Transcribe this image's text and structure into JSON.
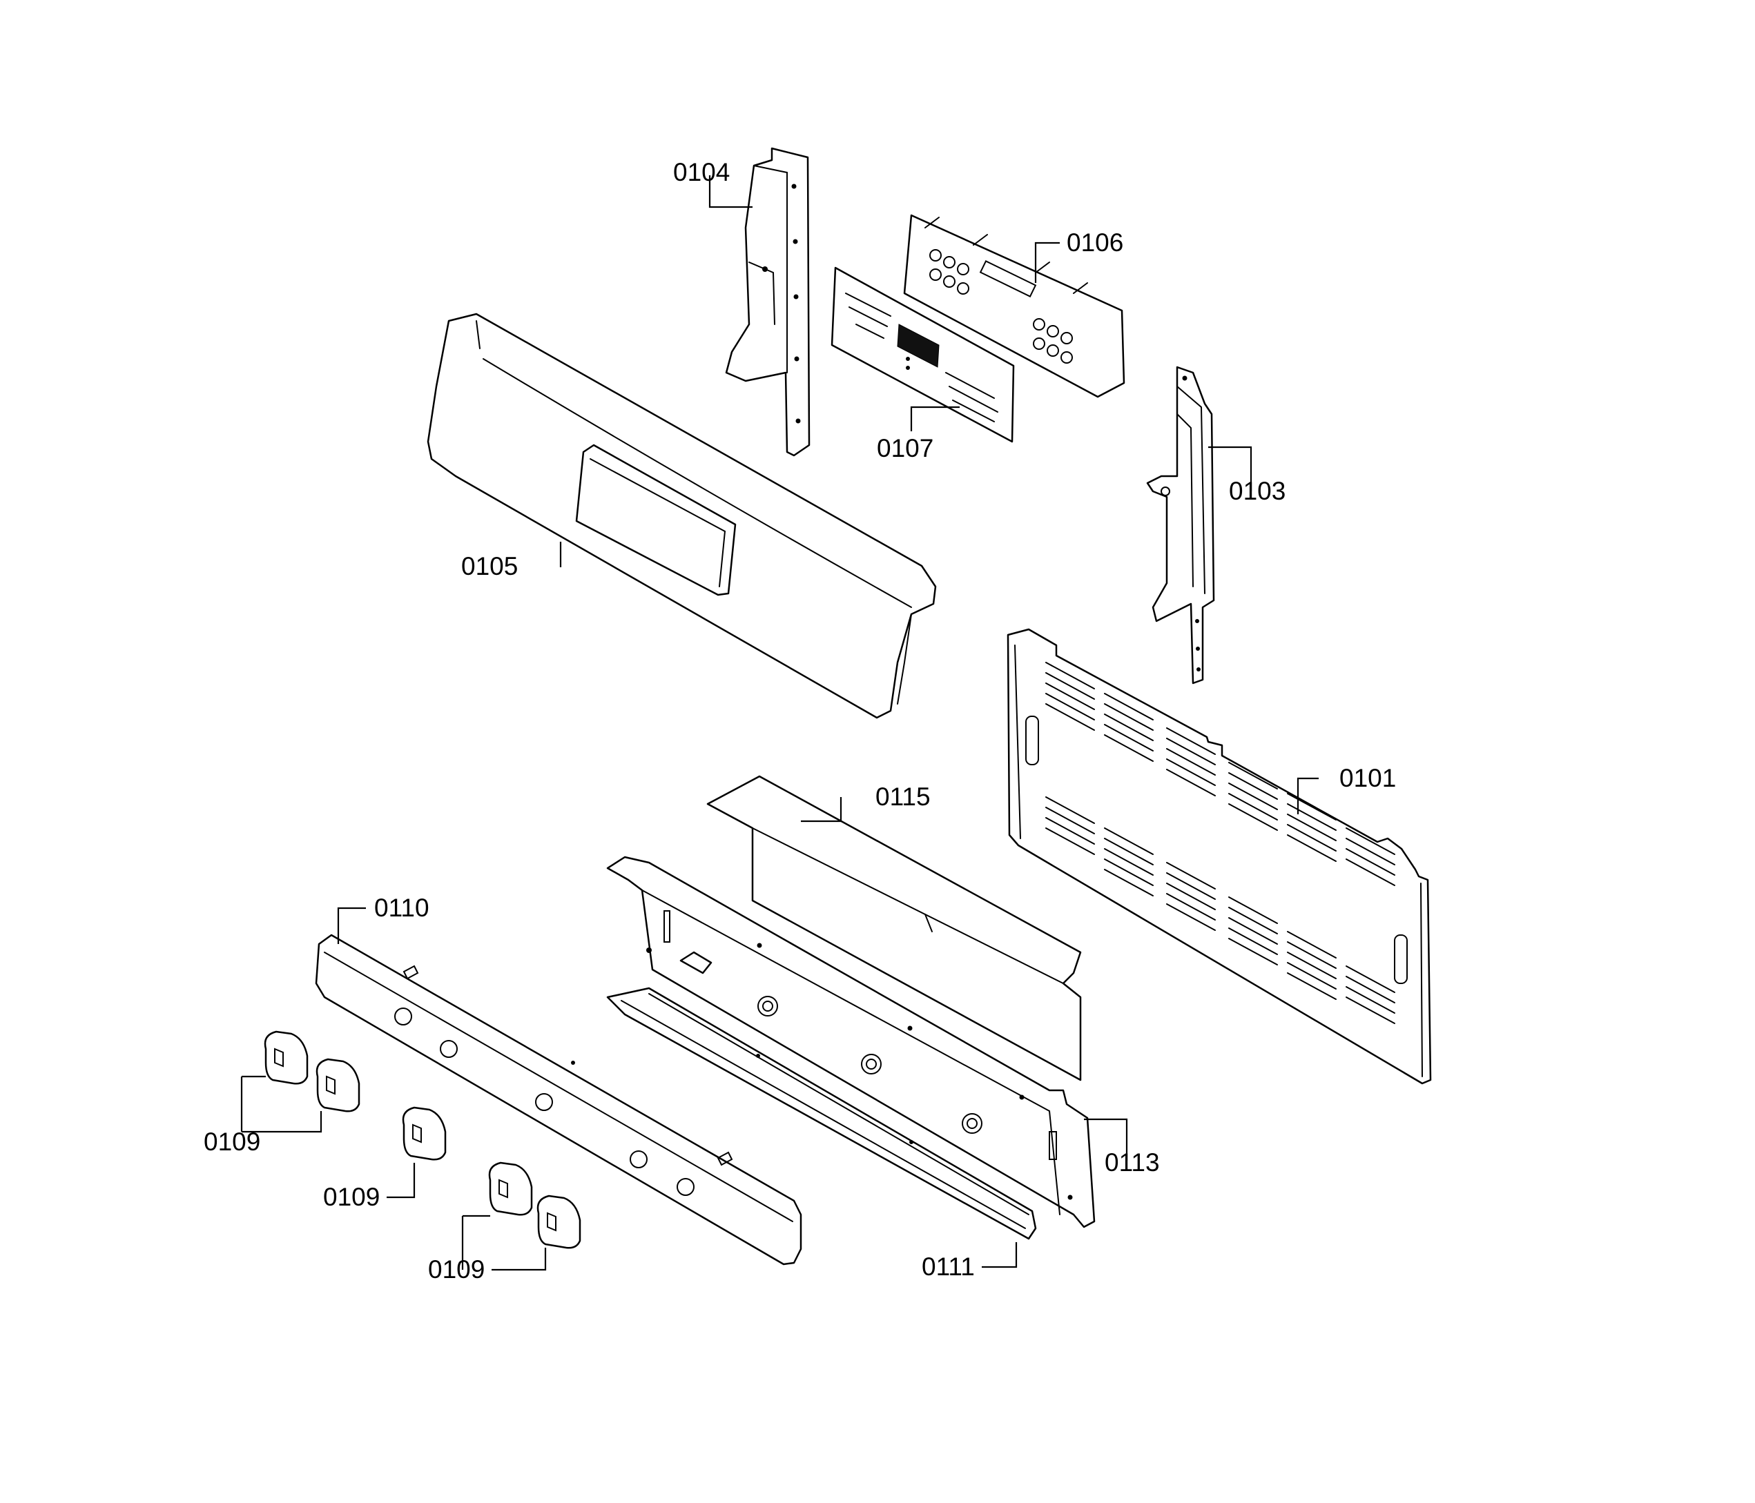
{
  "diagram": {
    "type": "exploded-parts-view",
    "callouts": {
      "p0101": "0101",
      "p0103": "0103",
      "p0104": "0104",
      "p0105": "0105",
      "p0106": "0106",
      "p0107": "0107",
      "p0109a": "0109",
      "p0109b": "0109",
      "p0109c": "0109",
      "p0110": "0110",
      "p0111": "0111",
      "p0113": "0113",
      "p0115": "0115"
    }
  }
}
